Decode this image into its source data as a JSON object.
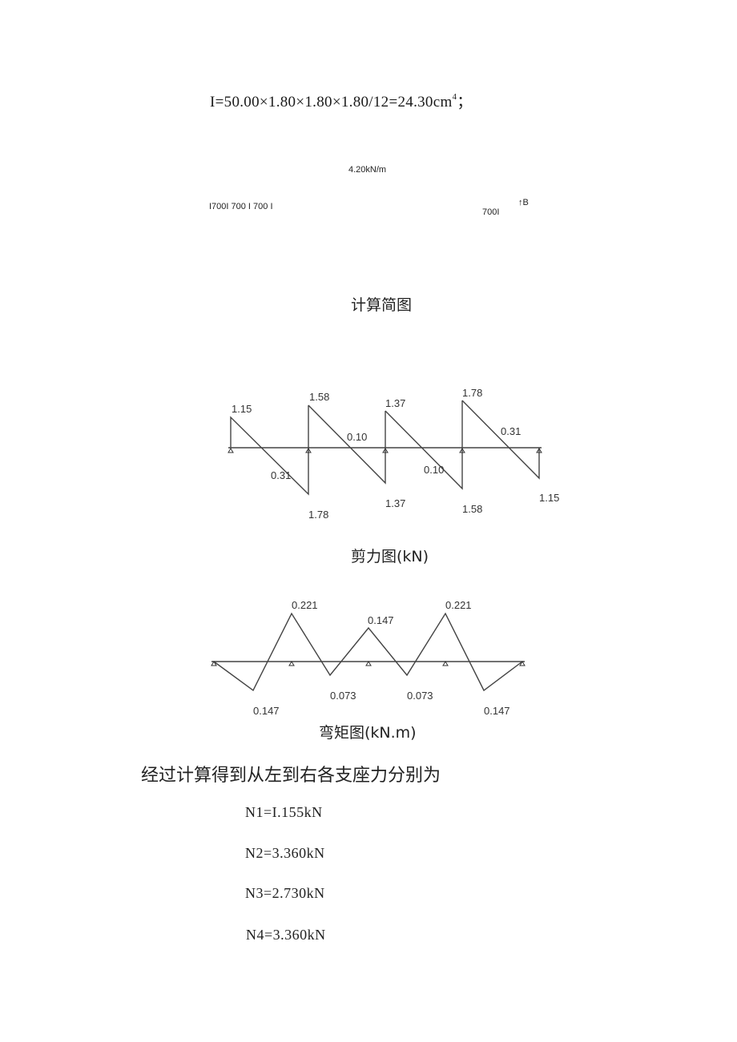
{
  "formula": {
    "text": "I=50.00×1.80×1.80×1.80/12=24.30cm",
    "superscript": "4",
    "suffix": "；"
  },
  "calc_sketch": {
    "load_label": "4.20kN/m",
    "span_labels_left": "I700I 700 I 700 I",
    "span_label_right": "700I",
    "end_label": "↑B",
    "caption": "计算简图"
  },
  "chart_data": [
    {
      "type": "line",
      "title": "剪力图(kN)",
      "unit": "kN",
      "supports": 5,
      "spans": [
        {
          "left_value": 1.15,
          "right_value": -1.78,
          "mid_label": "0.31"
        },
        {
          "left_value": 1.58,
          "right_value": -1.37,
          "mid_label": "0.10"
        },
        {
          "left_value": 1.37,
          "right_value": -1.58,
          "mid_label": "0.10"
        },
        {
          "left_value": 1.78,
          "right_value": -1.15,
          "mid_label": "0.31"
        }
      ],
      "labels": [
        "1.15",
        "1.58",
        "1.37",
        "1.78",
        "0.31",
        "0.10",
        "0.10",
        "0.31",
        "1.78",
        "1.37",
        "1.58",
        "1.15"
      ]
    },
    {
      "type": "line",
      "title": "弯矩图(kN.m)",
      "unit": "kN.m",
      "supports": 5,
      "points": [
        {
          "position": "support-1",
          "value": 0
        },
        {
          "position": "span-1-mid",
          "value": -0.147
        },
        {
          "position": "support-2",
          "value": 0.221
        },
        {
          "position": "span-2-mid",
          "value": -0.073
        },
        {
          "position": "support-3",
          "value": 0.147
        },
        {
          "position": "span-3-mid",
          "value": -0.073
        },
        {
          "position": "support-4",
          "value": 0.221
        },
        {
          "position": "span-4-mid",
          "value": -0.147
        },
        {
          "position": "support-5",
          "value": 0
        }
      ],
      "labels": [
        "0.221",
        "0.147",
        "0.221",
        "0.147",
        "0.073",
        "0.073",
        "0.147"
      ]
    }
  ],
  "shear": {
    "caption": "剪力图(kN)",
    "l_115_top": "1.15",
    "l_158_top": "1.58",
    "l_137_top": "1.37",
    "l_178_top": "1.78",
    "l_010_a": "0.10",
    "l_031_b": "0.31",
    "l_031_a": "0.31",
    "l_010_b": "0.10",
    "l_178_bot": "1.78",
    "l_137_bot": "1.37",
    "l_158_bot": "1.58",
    "l_115_bot": "1.15"
  },
  "moment": {
    "caption": "弯矩图(kN.m)",
    "l_221_a": "0.221",
    "l_147_mid": "0.147",
    "l_221_b": "0.221",
    "l_073_a": "0.073",
    "l_073_b": "0.073",
    "l_147_a": "0.147",
    "l_147_b": "0.147"
  },
  "conclusion": {
    "text": "经过计算得到从左到右各支座力分别为",
    "reactions": [
      "N1=I.155kN",
      "N2=3.360kN",
      "N3=2.730kN",
      "N4=3.360kN"
    ]
  }
}
